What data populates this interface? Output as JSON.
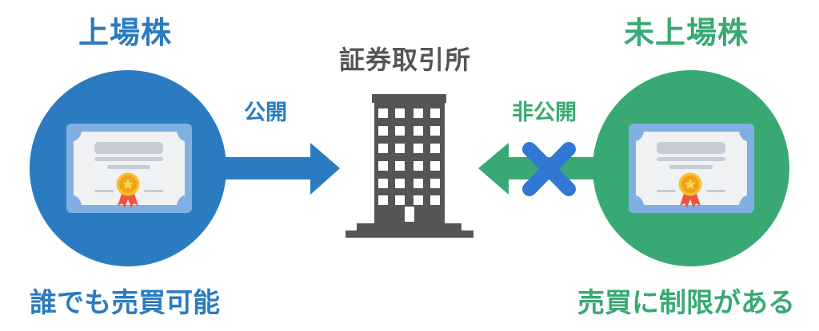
{
  "colors": {
    "listed": "#2a7bbf",
    "unlisted": "#39a973",
    "exchange": "#555555",
    "cross": "#3178d4",
    "cert_frame": "#80afe2",
    "cert_paper": "#f0f1f3",
    "cert_lines": "#c5ccd6",
    "medal_outer": "#f6c12d",
    "medal_inner": "#f0a21b",
    "ribbon": "#f0533f"
  },
  "listed": {
    "title": "上場株",
    "caption": "誰でも売買可能",
    "arrow_label": "公開",
    "icon": "certificate-icon"
  },
  "exchange": {
    "title": "証券取引所",
    "icon": "building-icon"
  },
  "unlisted": {
    "title": "未上場株",
    "caption": "売買に制限がある",
    "arrow_label": "非公開",
    "icon": "certificate-icon",
    "blocked_icon": "cross-icon"
  }
}
